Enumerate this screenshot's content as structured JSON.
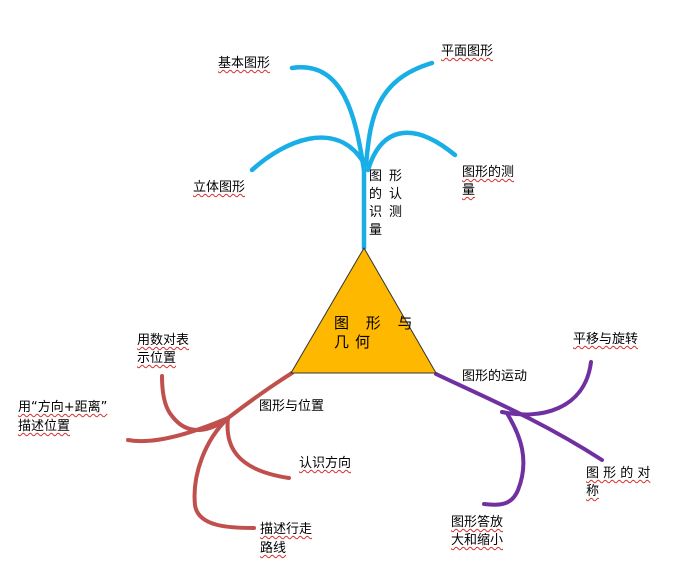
{
  "center": {
    "line1": "图 形 与",
    "line2": "几何"
  },
  "colors": {
    "top_branch": "#19aee6",
    "right_branch": "#7030a0",
    "left_branch": "#c0504d",
    "triangle_fill": "#ffb800",
    "triangle_stroke": "#333333",
    "underline": "#d32f2f"
  },
  "top_branch": {
    "stem_col1": "图的识量",
    "stem_col2": "形认测",
    "basic_shapes": "基本图形",
    "plane_shapes": "平面图形",
    "solid_shapes": "立体图形",
    "measurement_line1": "图形的测",
    "measurement_line2": "量"
  },
  "right_branch": {
    "title": "图形的运动",
    "translation_rotation": "平移与旋转",
    "symmetry_line1": "图 形 的 对",
    "symmetry_line2": "称",
    "scaling_line1": "图形答放",
    "scaling_line2": "大和缩小"
  },
  "left_branch": {
    "title": "图形与位置",
    "number_pair_line1": "用数对表",
    "number_pair_line2": "示位置",
    "direction_distance_line1": "用“方向+距离”",
    "direction_distance_line2": "描述位置",
    "recognize_direction": "认识方向",
    "route_line1": "描述行走",
    "route_line2": "路线"
  }
}
